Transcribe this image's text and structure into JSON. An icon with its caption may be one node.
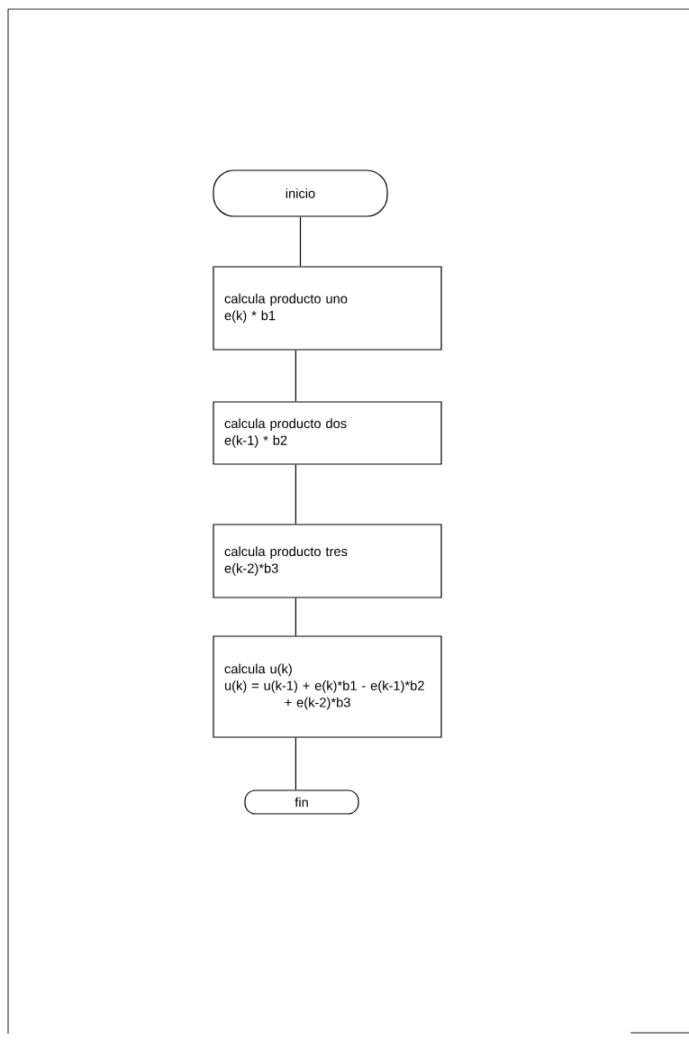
{
  "diagram": {
    "nodes": [
      {
        "text": [
          "inicio"
        ]
      },
      {
        "text": [
          "calcula producto uno",
          "e(k) * b1"
        ]
      },
      {
        "text": [
          "calcula producto dos",
          "e(k-1) * b2"
        ]
      },
      {
        "text": [
          "calcula producto tres",
          "e(k-2)*b3"
        ]
      },
      {
        "text": [
          "calcula u(k)",
          "u(k) = u(k-1) + e(k)*b1 - e(k-1)*b2 + e(k-2)*b3"
        ]
      },
      {
        "text": [
          "fin"
        ]
      }
    ],
    "edges": [
      {
        "from": 0,
        "to": 1,
        "arrow": "none"
      },
      {
        "from": 1,
        "to": 2,
        "arrow": "none"
      },
      {
        "from": 2,
        "to": 3,
        "arrow": "none"
      },
      {
        "from": 3,
        "to": 4,
        "arrow": "none"
      },
      {
        "from": 4,
        "to": 5,
        "arrow": "none"
      }
    ]
  }
}
